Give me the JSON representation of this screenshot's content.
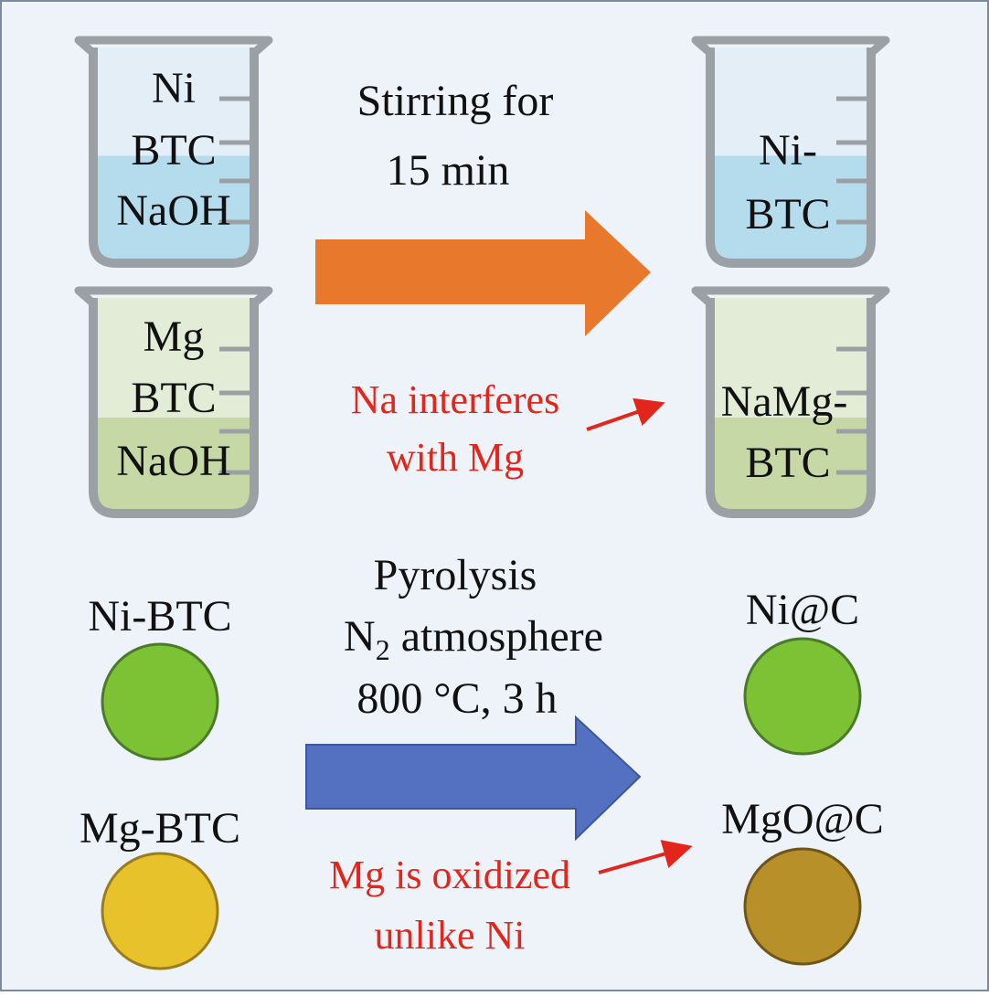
{
  "colors": {
    "background": "#eef2f9",
    "orange_arrow": "#e8782c",
    "blue_arrow": "#5470c0",
    "red_text": "#e3261c",
    "ni_green": "#7cc234",
    "mg_yellow": "#e8c22a",
    "mgo_brown": "#b8902a"
  },
  "synthesis": {
    "beaker_ni_in": [
      "Ni",
      "BTC",
      "NaOH"
    ],
    "beaker_mg_in": [
      "Mg",
      "BTC",
      "NaOH"
    ],
    "beaker_ni_out": [
      "Ni-",
      "BTC"
    ],
    "beaker_mg_out": [
      "NaMg-",
      "BTC"
    ],
    "step": [
      "Stirring for",
      "15 min"
    ],
    "note": [
      "Na interferes",
      "with Mg"
    ]
  },
  "pyrolysis": {
    "step_title": "Pyrolysis",
    "gas_main": "N",
    "gas_sub": "2",
    "gas_rest": " atmosphere",
    "conditions": "800 °C, 3 h",
    "ni_in": "Ni-BTC",
    "mg_in": "Mg-BTC",
    "ni_out": "Ni@C",
    "mg_out": "MgO@C",
    "note": [
      "Mg is oxidized",
      "unlike Ni"
    ]
  }
}
